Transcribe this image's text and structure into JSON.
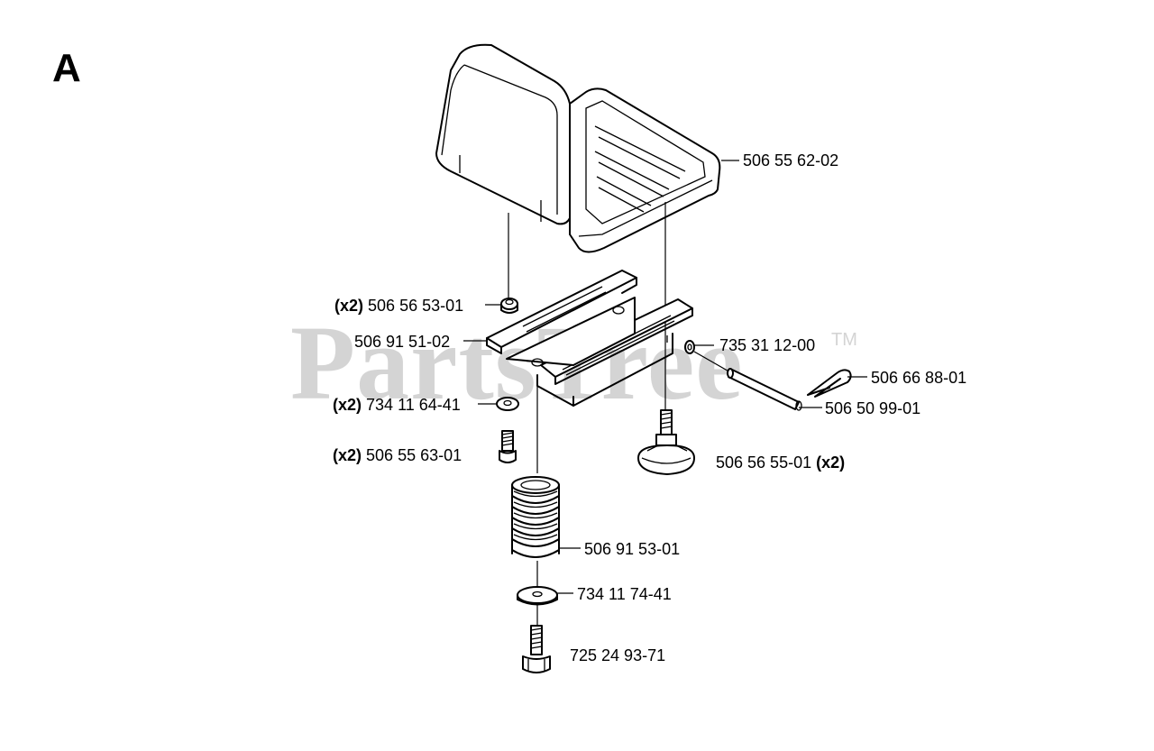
{
  "diagram": {
    "section_letter": "A",
    "watermark": "PartsTree",
    "watermark_tm": "TM",
    "parts": [
      {
        "id": "seat",
        "qty": "",
        "number": "506 55 62-02"
      },
      {
        "id": "nut-top",
        "qty": "(x2)",
        "number": "506 56 53-01"
      },
      {
        "id": "bracket",
        "qty": "",
        "number": "506 91 51-02"
      },
      {
        "id": "washer-small",
        "qty": "",
        "number": "735 31 12-00"
      },
      {
        "id": "clip",
        "qty": "",
        "number": "506 66 88-01"
      },
      {
        "id": "pin",
        "qty": "",
        "number": "506 50 99-01"
      },
      {
        "id": "washer-mid",
        "qty": "(x2)",
        "number": "734 11 64-41"
      },
      {
        "id": "bolt-short",
        "qty": "(x2)",
        "number": "506 55 63-01"
      },
      {
        "id": "knob",
        "qty": "(x2)",
        "number": "506 56 55-01"
      },
      {
        "id": "spring",
        "qty": "",
        "number": "506 91 53-01"
      },
      {
        "id": "washer-large",
        "qty": "",
        "number": "734 11 74-41"
      },
      {
        "id": "bolt-bottom",
        "qty": "",
        "number": "725 24 93-71"
      }
    ]
  }
}
